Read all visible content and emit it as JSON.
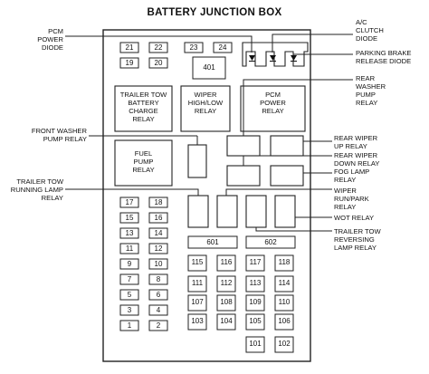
{
  "title": "BATTERY JUNCTION BOX",
  "fuses_top": [
    "21",
    "22",
    "23",
    "24",
    "19",
    "20"
  ],
  "fuse_401": "401",
  "relays_inside": {
    "trailer_tow_battery": "TRAILER TOW\nBATTERY\nCHARGE\nRELAY",
    "wiper_high_low": "WIPER\nHIGH/LOW\nRELAY",
    "pcm_power": "PCM\nPOWER\nRELAY",
    "fuel_pump": "FUEL\nPUMP\nRELAY"
  },
  "left_fuses": [
    "17",
    "18",
    "15",
    "16",
    "13",
    "14",
    "11",
    "12",
    "9",
    "10",
    "7",
    "8",
    "5",
    "6",
    "3",
    "4",
    "1",
    "2"
  ],
  "fuse_601": "601",
  "fuse_602": "602",
  "center_fuses": [
    "115",
    "116",
    "117",
    "118",
    "111",
    "112",
    "113",
    "114",
    "107",
    "108",
    "109",
    "110",
    "103",
    "104",
    "105",
    "106",
    "101",
    "102"
  ],
  "callouts_left": {
    "pcm_diode": "PCM\nPOWER\nDIODE",
    "front_washer": "FRONT WASHER\nPUMP RELAY",
    "trailer_running": "TRAILER TOW\nRUNNING LAMP\nRELAY"
  },
  "callouts_right": {
    "ac_clutch": "A/C\nCLUTCH\nDIODE",
    "parking_brake": "PARKING BRAKE\nRELEASE DIODE",
    "rear_washer": "REAR\nWASHER\nPUMP\nRELAY",
    "rear_wiper_up": "REAR WIPER\nUP RELAY",
    "rear_wiper_down": "REAR WIPER\nDOWN RELAY",
    "fog_lamp": "FOG LAMP\nRELAY",
    "wiper_run_park": "WIPER\nRUN/PARK\nRELAY",
    "wot": "WOT RELAY",
    "trailer_reversing": "TRAILER TOW\nREVERSING\nLAMP RELAY"
  }
}
